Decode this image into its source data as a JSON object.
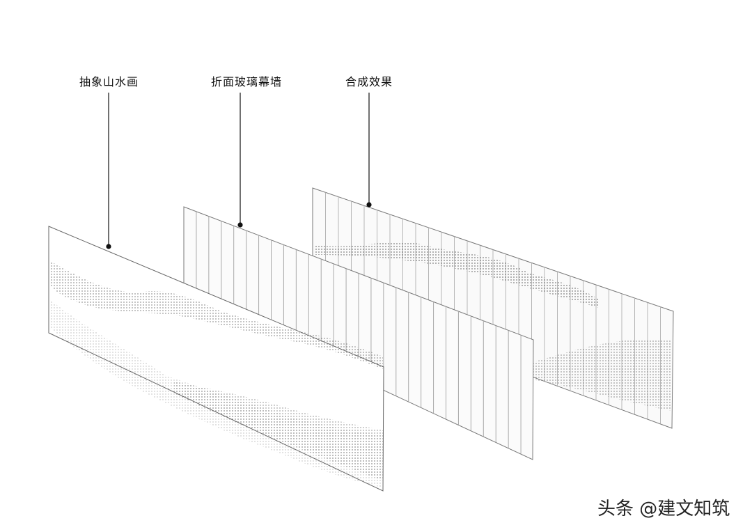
{
  "labels": {
    "painting": "抽象山水画",
    "glass_wall": "折面玻璃幕墙",
    "result": "合成效果"
  },
  "watermark": "头条 @建文知筑"
}
